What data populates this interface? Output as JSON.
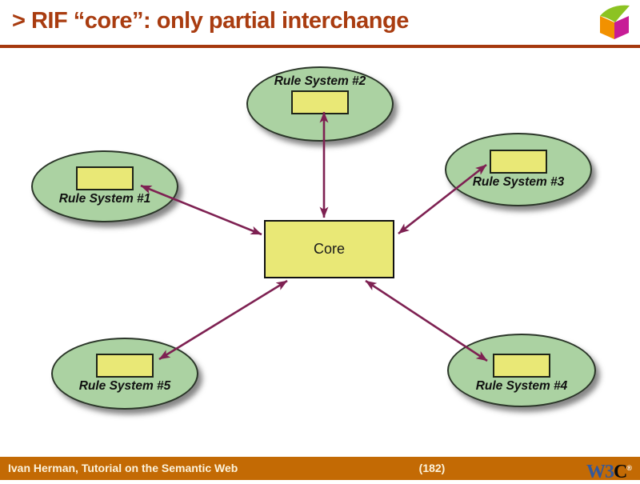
{
  "header": {
    "title": "> RIF “core”: only partial interchange"
  },
  "diagram": {
    "core_label": "Core",
    "systems": {
      "rs1": {
        "label": "Rule System #1"
      },
      "rs2": {
        "label": "Rule System #2"
      },
      "rs3": {
        "label": "Rule System #3"
      },
      "rs4": {
        "label": "Rule System #4"
      },
      "rs5": {
        "label": "Rule System #5"
      }
    }
  },
  "footer": {
    "credit": "Ivan Herman, Tutorial on the Semantic Web",
    "page_number": "(182)",
    "w3c_logo": {
      "w3": "W3",
      "c": "C",
      "reg": "®"
    }
  },
  "icons": {
    "cube": "semantic-web-cube-icon",
    "w3c": "w3c-logo"
  },
  "colors": {
    "title": "#A93C10",
    "rule_line": "#A5390E",
    "arrow": "#7E2152",
    "ellipse_fill": "#ABD2A2",
    "ellipse_border": "#2B3629",
    "box_fill": "#E9E876",
    "box_border": "#1E2418",
    "footer_bg": "#C36A04",
    "footer_text": "#FCF3DC",
    "w3c_blue": "#33589B"
  }
}
